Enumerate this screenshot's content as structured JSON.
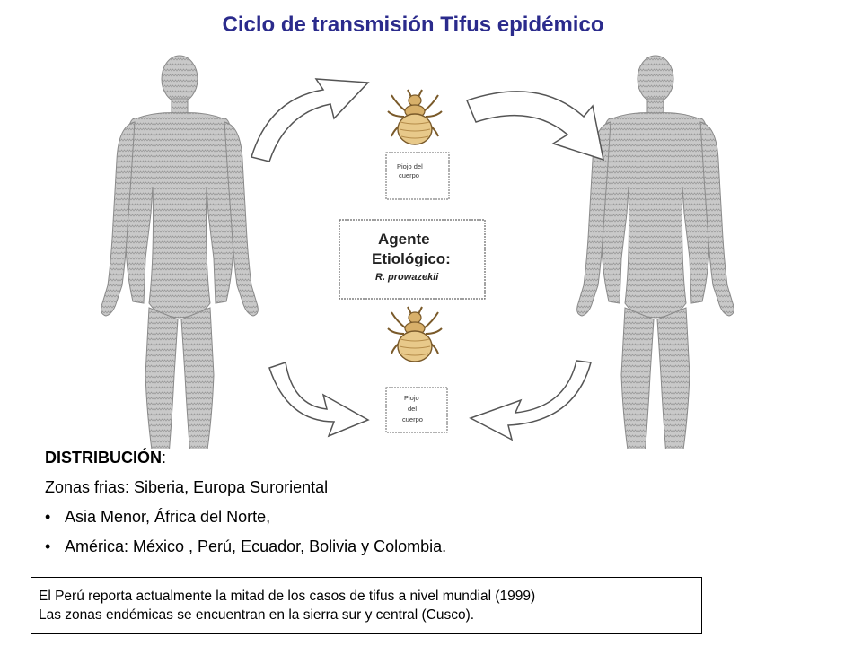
{
  "title": "Ciclo de transmisión Tifus epidémico",
  "diagram": {
    "vector_label_top": [
      "Piojo del",
      "cuerpo"
    ],
    "vector_label_bottom": [
      "Piojo",
      "del",
      "cuerpo"
    ],
    "agent_label_line1": "Agente",
    "agent_label_line2": "Etiológico:",
    "agent_name": "R. prowazekii",
    "colors": {
      "body_fill": "#c9c9c9",
      "arrow_stroke": "#555555",
      "louse_body": "#e8c98a",
      "title": "#2b2b8c"
    },
    "icons": [
      "human-silhouette-left",
      "human-silhouette-right",
      "louse-icon-top",
      "louse-icon-bottom",
      "curved-arrow-icon"
    ]
  },
  "distribution": {
    "heading": "DISTRIBUCIÓN",
    "heading_suffix": ":",
    "intro": "Zonas frias: Siberia, Europa Suroriental",
    "items": [
      "Asia Menor, África del Norte,",
      "América: México , Perú, Ecuador, Bolivia y Colombia."
    ],
    "bullet": "•"
  },
  "note": {
    "line1": "El Perú reporta actualmente la mitad de los casos de tifus a nivel mundial (1999)",
    "line2": "Las zonas endémicas se encuentran en la sierra sur y central (Cusco)."
  }
}
